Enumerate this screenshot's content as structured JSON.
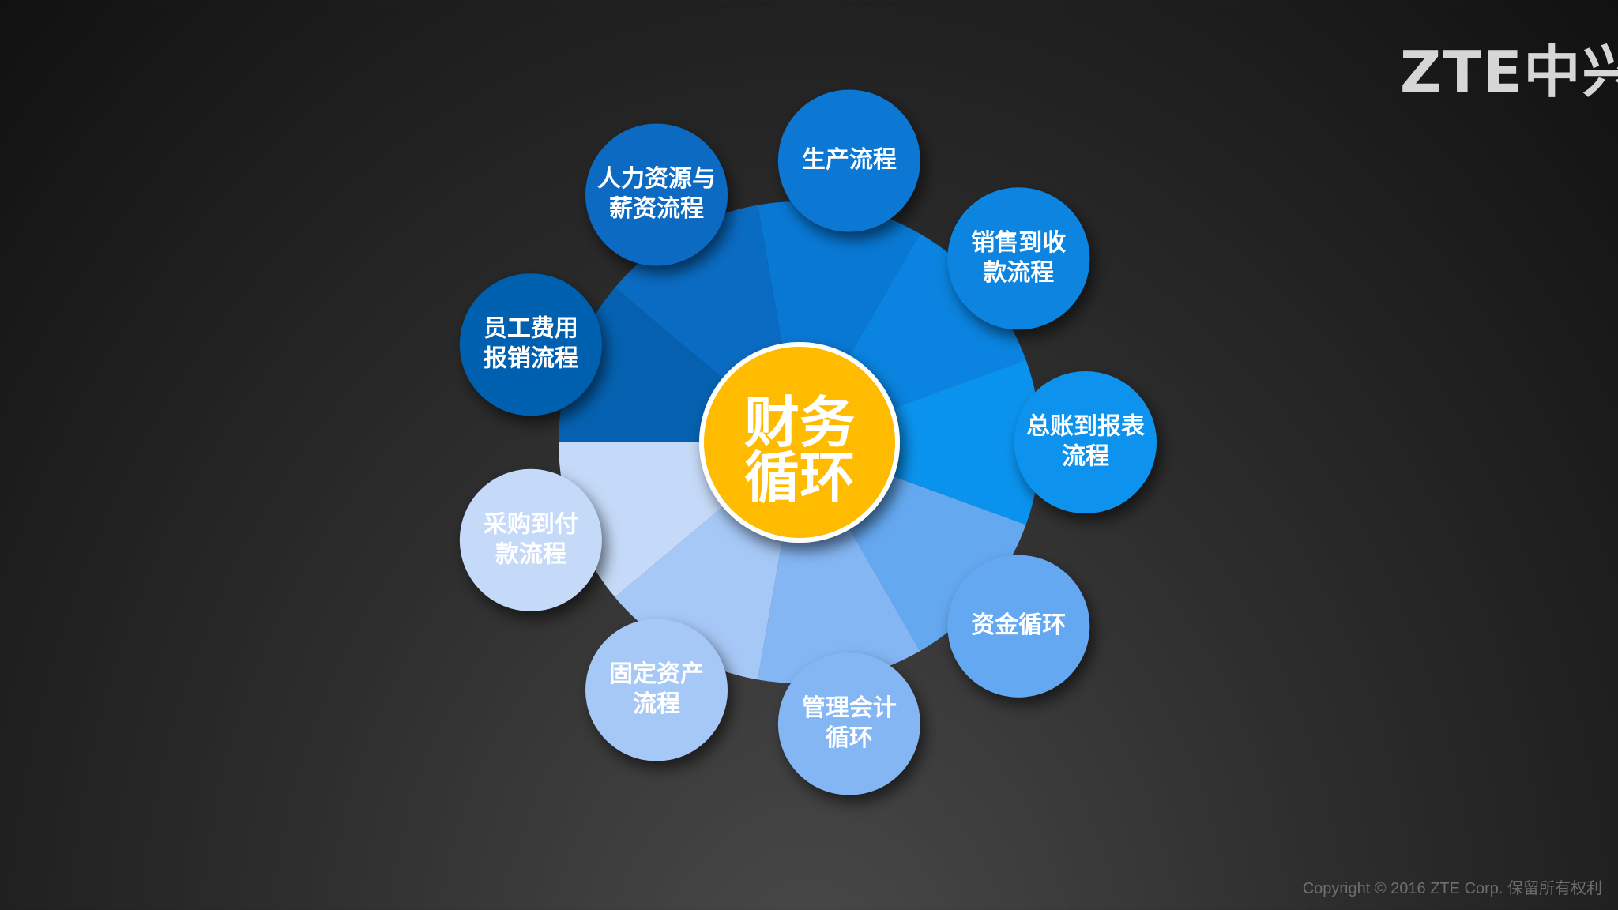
{
  "logo": {
    "text": "ZTE中兴"
  },
  "footer": {
    "copyright": "Copyright © 2016 ZTE Corp. 保留所有权利"
  },
  "diagram": {
    "center": {
      "lines": [
        "财务",
        "循环"
      ],
      "color": "#FFBB00"
    },
    "nodes": [
      {
        "id": "expense-reimbursement",
        "lines": [
          "员工费用",
          "报销流程"
        ],
        "color": "#0561B0"
      },
      {
        "id": "hr-payroll",
        "lines": [
          "人力资源与",
          "薪资流程"
        ],
        "color": "#0A6BC2"
      },
      {
        "id": "production",
        "lines": [
          "生产流程"
        ],
        "color": "#0878D4"
      },
      {
        "id": "sales-to-receipt",
        "lines": [
          "销售到收",
          "款流程"
        ],
        "color": "#0A84E0"
      },
      {
        "id": "ledger-to-report",
        "lines": [
          "总账到报表",
          "流程"
        ],
        "color": "#0A93EE"
      },
      {
        "id": "capital-cycle",
        "lines": [
          "资金循环"
        ],
        "color": "#64A8F0"
      },
      {
        "id": "management-accounting",
        "lines": [
          "管理会计",
          "循环"
        ],
        "color": "#84B6F4"
      },
      {
        "id": "fixed-assets",
        "lines": [
          "固定资产",
          "流程"
        ],
        "color": "#A6C8F6"
      },
      {
        "id": "procure-to-pay",
        "lines": [
          "采购到付",
          "款流程"
        ],
        "color": "#C5DAF8"
      }
    ]
  }
}
